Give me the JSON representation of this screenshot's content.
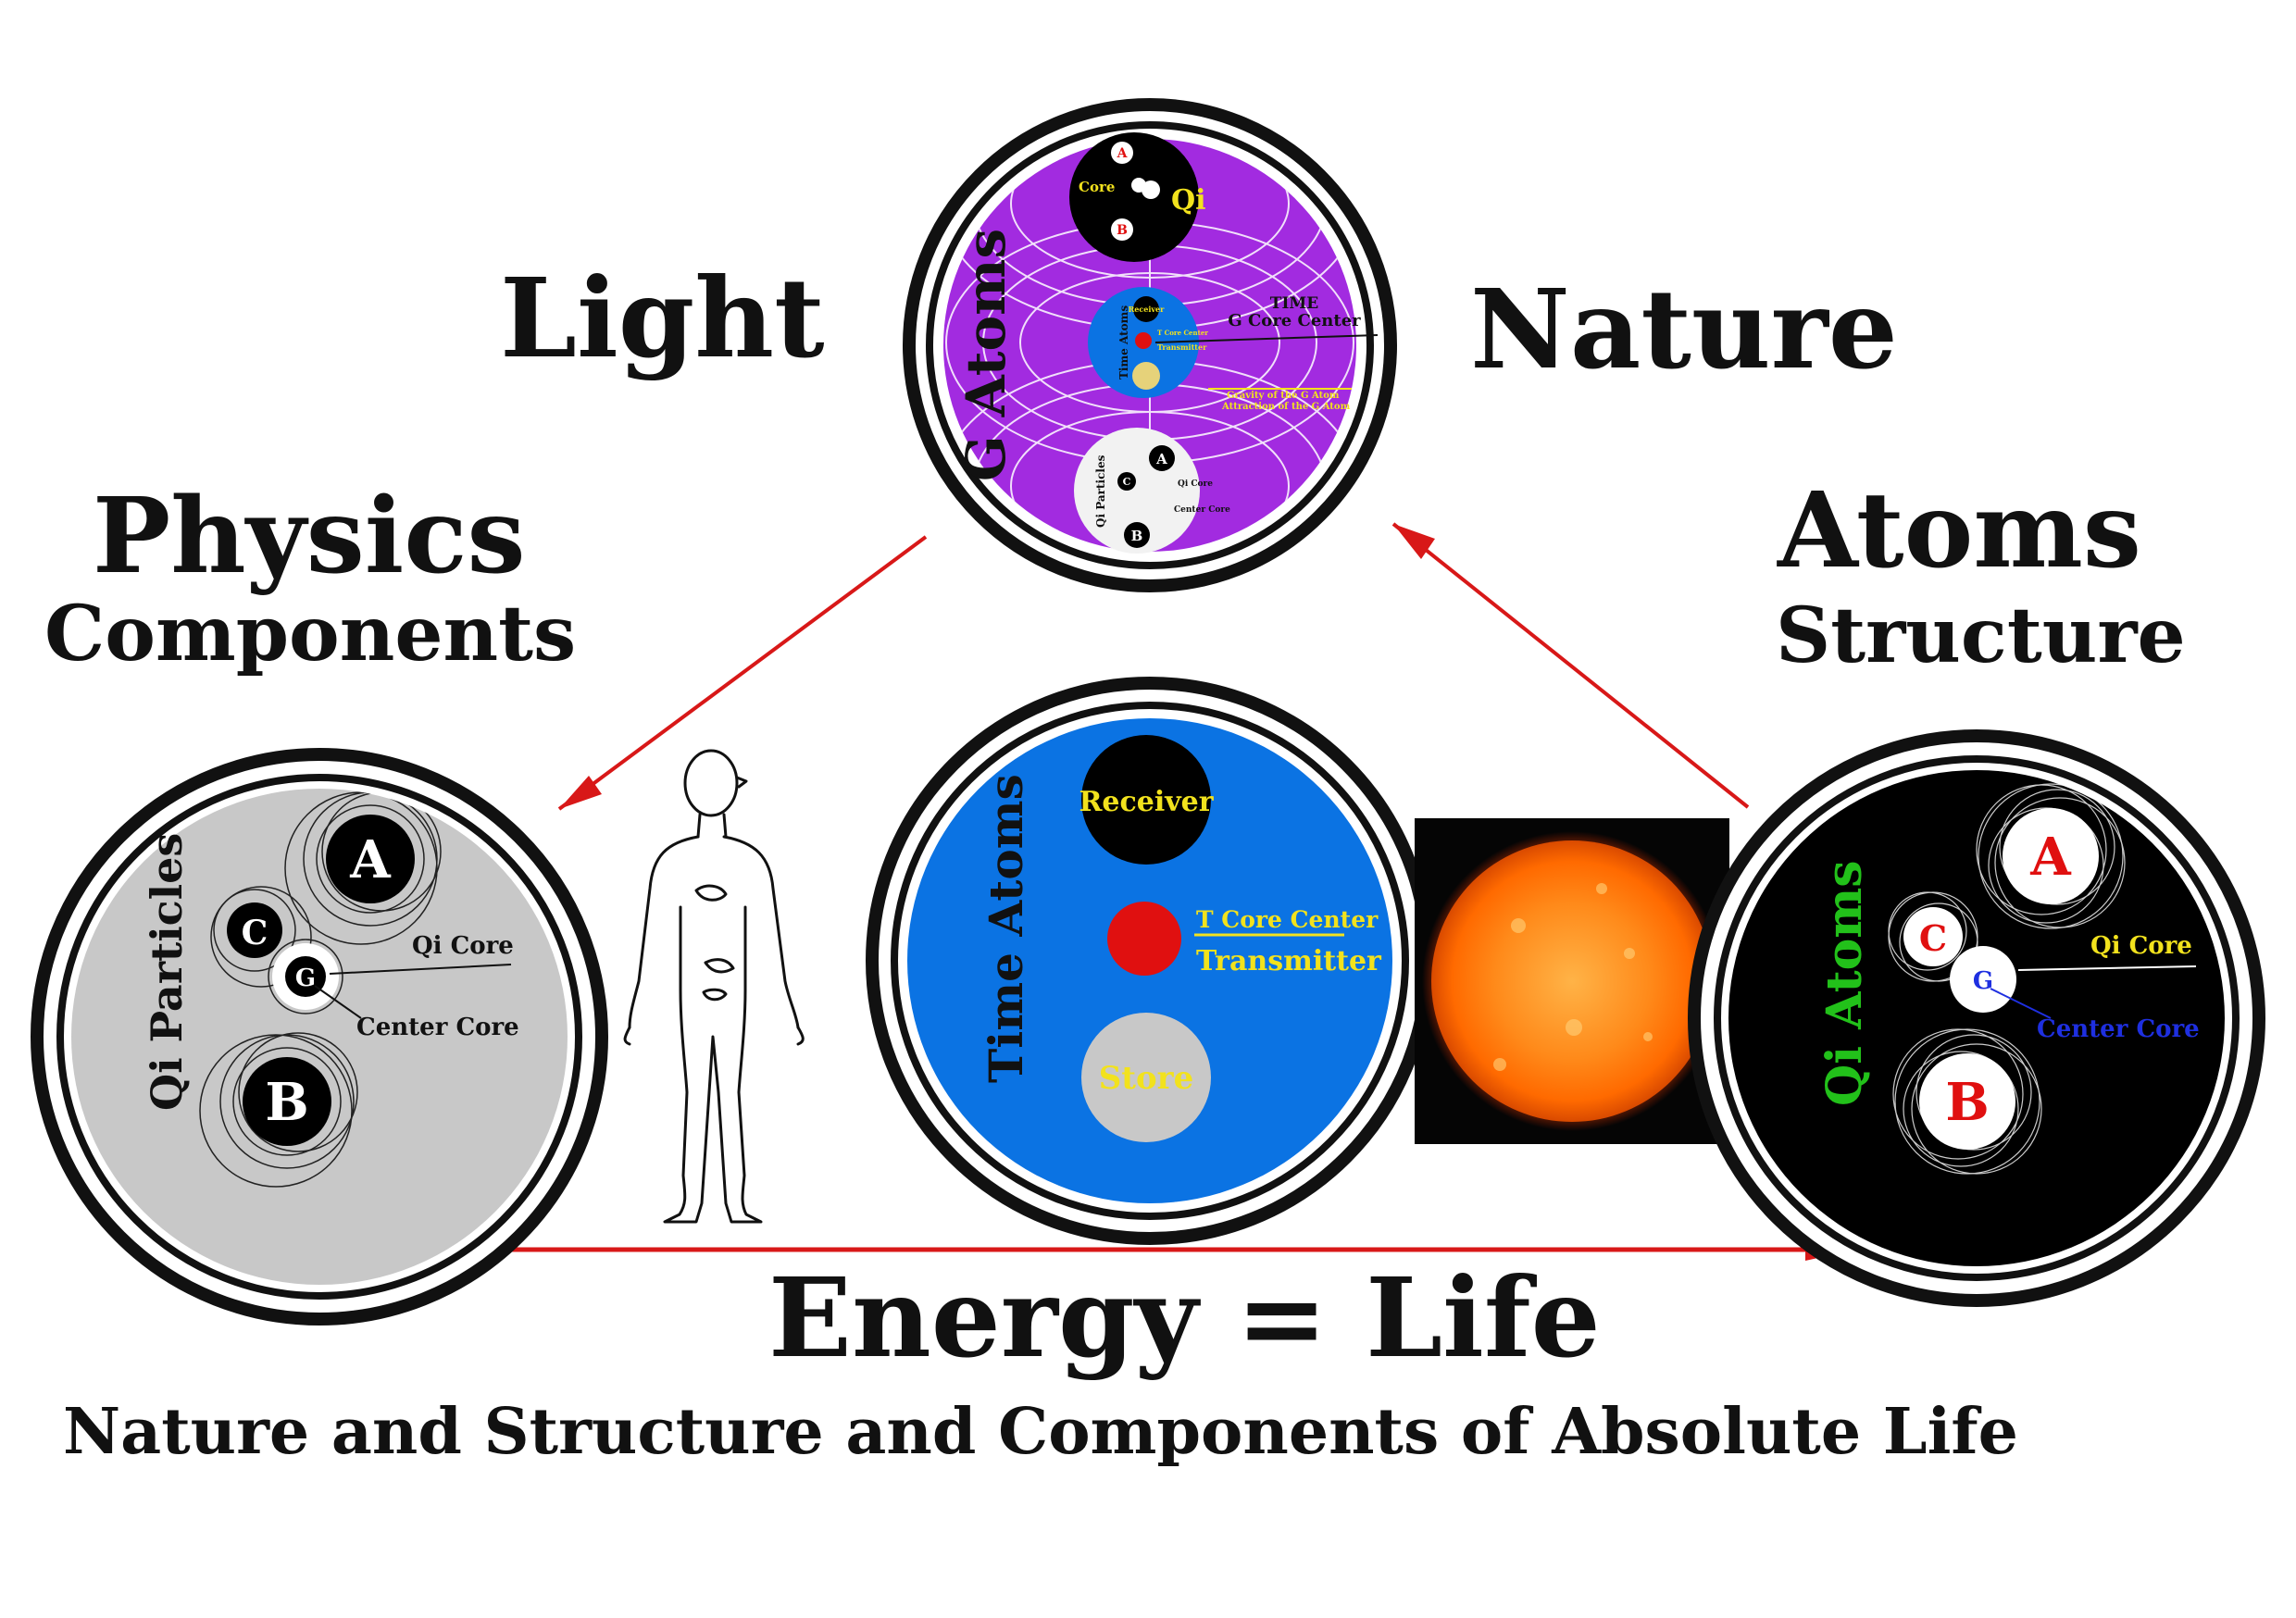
{
  "labels": {
    "light": "Light",
    "nature": "Nature",
    "physics": "Physics",
    "components": "Components",
    "atoms": "Atoms",
    "structure": "Structure",
    "energy": "Energy = Life",
    "subtitle": "Nature and Structure and Components of Absolute Life"
  },
  "g_circle": {
    "title": "G Atoms",
    "core": "Core",
    "qi": "Qi",
    "a": "A",
    "b": "B",
    "c": "C",
    "receiver": "Receiver",
    "time_atoms": "Time Atoms",
    "t_core_center": "T Core Center",
    "transmitter": "Transmitter",
    "time": "TIME",
    "g_core_center": "G Core Center",
    "gravity": "Gravity of the G Atom",
    "attraction": "Attraction of the G Atom",
    "qi_particles": "Qi Particles",
    "qi_core": "Qi Core",
    "center_core": "Center Core"
  },
  "qi_particles_circle": {
    "title": "Qi Particles",
    "a": "A",
    "b": "B",
    "c": "C",
    "g": "G",
    "qi_core": "Qi Core",
    "center_core": "Center Core"
  },
  "time_atoms_circle": {
    "title": "Time Atoms",
    "receiver": "Receiver",
    "t_core_center": "T Core Center",
    "transmitter": "Transmitter",
    "store": "Store"
  },
  "qi_atoms_circle": {
    "title": "Qi Atoms",
    "a": "A",
    "b": "B",
    "c": "C",
    "g": "G",
    "qi_core": "Qi Core",
    "center_core": "Center Core"
  },
  "colors": {
    "purple": "#a22be0",
    "blue": "#0b73e3",
    "gray": "#c8c8c8",
    "red": "#e01010",
    "arrow": "#d81818",
    "yellow": "#f2e21d",
    "green": "#22c11a",
    "center_blue": "#1e2fe0"
  }
}
